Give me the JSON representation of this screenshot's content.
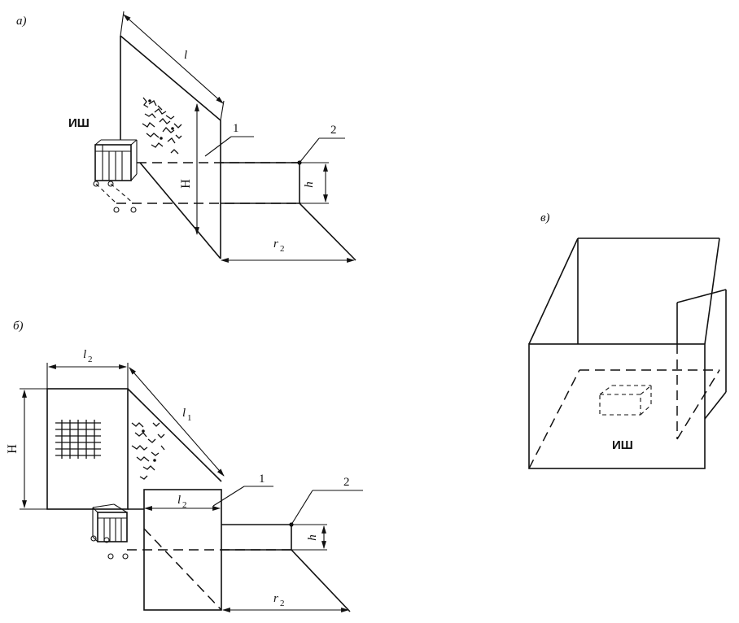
{
  "panels": {
    "a": {
      "label": "а)",
      "source_label": "ИШ",
      "dim_l": "l",
      "dim_H": "H",
      "dim_h": "h",
      "dim_r": "r",
      "dim_r_sub": "2",
      "callout_1": "1",
      "callout_2": "2"
    },
    "b": {
      "label": "б)",
      "dim_l2_top": "l",
      "dim_l2_top_sub": "2",
      "dim_l1": "l",
      "dim_l1_sub": "1",
      "dim_H": "H",
      "dim_l2_front": "l",
      "dim_l2_front_sub": "2",
      "dim_h": "h",
      "dim_r": "r",
      "dim_r_sub": "2",
      "callout_1": "1",
      "callout_2": "2"
    },
    "v": {
      "label": "в)",
      "source_label": "ИШ"
    }
  }
}
